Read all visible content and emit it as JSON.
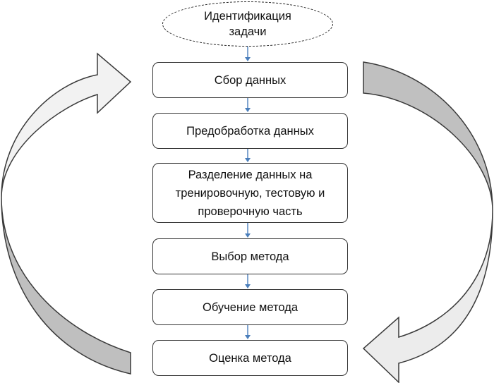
{
  "nodes": {
    "start": {
      "line1": "Идентификация",
      "line2": "задачи"
    },
    "steps": [
      {
        "lines": [
          "Сбор данных"
        ]
      },
      {
        "lines": [
          "Предобработка данных"
        ]
      },
      {
        "lines": [
          "Разделение данных на",
          "тренировочную, тестовую и",
          "проверочную часть"
        ]
      },
      {
        "lines": [
          "Выбор метода"
        ]
      },
      {
        "lines": [
          "Обучение метода"
        ]
      },
      {
        "lines": [
          "Оценка метода"
        ]
      }
    ]
  },
  "colors": {
    "connector": "#4a7ebb",
    "left_arrow_fill": "#f2f2f2",
    "left_arrow_shade": "#bfbfbf",
    "right_arrow_fill": "#c0c0c0",
    "right_arrow_light": "#ececec",
    "outline": "#3a3a3a"
  }
}
